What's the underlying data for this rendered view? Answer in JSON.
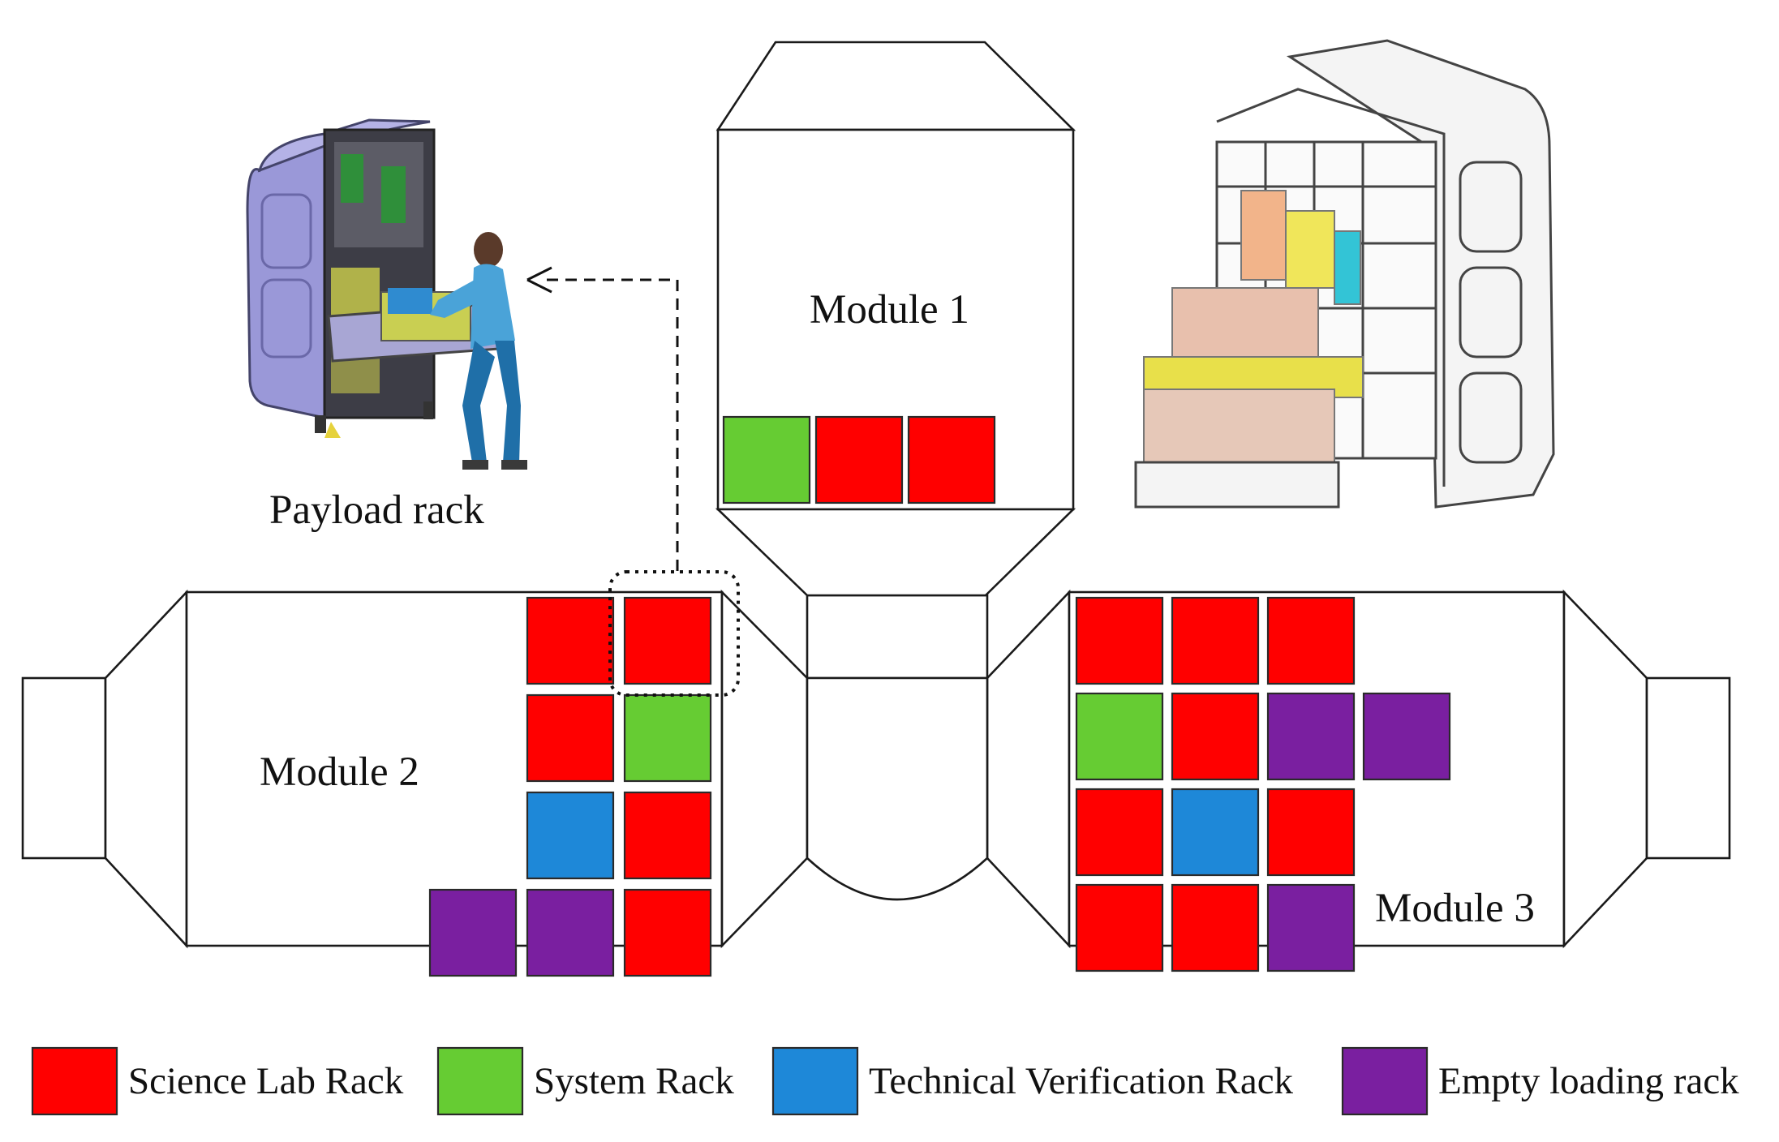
{
  "colors": {
    "science": "#ff0000",
    "system": "#66cc33",
    "technical": "#1e88d8",
    "empty": "#7a1fa0",
    "outline": "#1a1a1a",
    "background": "#ffffff"
  },
  "labels": {
    "payload_rack": "Payload rack",
    "module1": "Module 1",
    "module2": "Module 2",
    "module3": "Module 3"
  },
  "modules": {
    "module1": {
      "rows": [
        [
          "system",
          "science",
          "science"
        ]
      ]
    },
    "module2": {
      "rows": [
        [
          null,
          "science",
          "science"
        ],
        [
          null,
          "science",
          "system"
        ],
        [
          null,
          "technical",
          "science"
        ],
        [
          "empty",
          "empty",
          "science"
        ]
      ]
    },
    "module3": {
      "rows": [
        [
          "science",
          "science",
          "science",
          null
        ],
        [
          "system",
          "science",
          "empty",
          "empty"
        ],
        [
          "science",
          "technical",
          "science",
          null
        ],
        [
          "science",
          "science",
          "empty",
          null
        ]
      ]
    }
  },
  "legend": [
    {
      "type": "science",
      "label": "Science Lab Rack"
    },
    {
      "type": "system",
      "label": "System Rack"
    },
    {
      "type": "technical",
      "label": "Technical Verification Rack"
    },
    {
      "type": "empty",
      "label": "Empty loading rack"
    }
  ],
  "illustrations": {
    "payload_rack_figure": "payload-rack-with-astronaut-illustration",
    "rack_structure_figure": "rack-internal-structure-sketch",
    "pointer": "dashed-arrow-from-highlighted-rack"
  }
}
